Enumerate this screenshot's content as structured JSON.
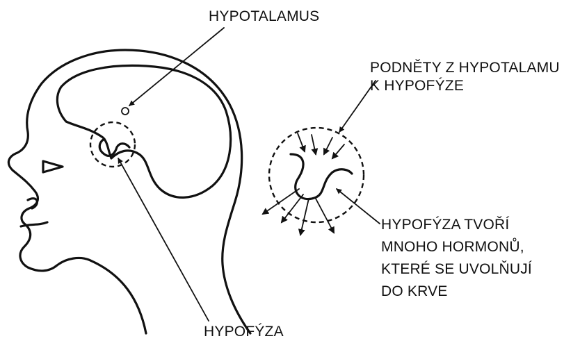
{
  "labels": {
    "hypothalamus": "HYPOTALAMUS",
    "signals_line1": "PODNĚTY Z HYPOTALAMU",
    "signals_line2": "K HYPOFÝZE",
    "pituitary_makes_line1": "HYPOFÝZA TVOŘÍ",
    "pituitary_makes_line2": "MNOHO HORMONŮ,",
    "pituitary_makes_line3": "KTERÉ SE UVOLŇUJÍ",
    "pituitary_makes_line4": "DO KRVE",
    "pituitary": "HYPOFÝZA"
  }
}
